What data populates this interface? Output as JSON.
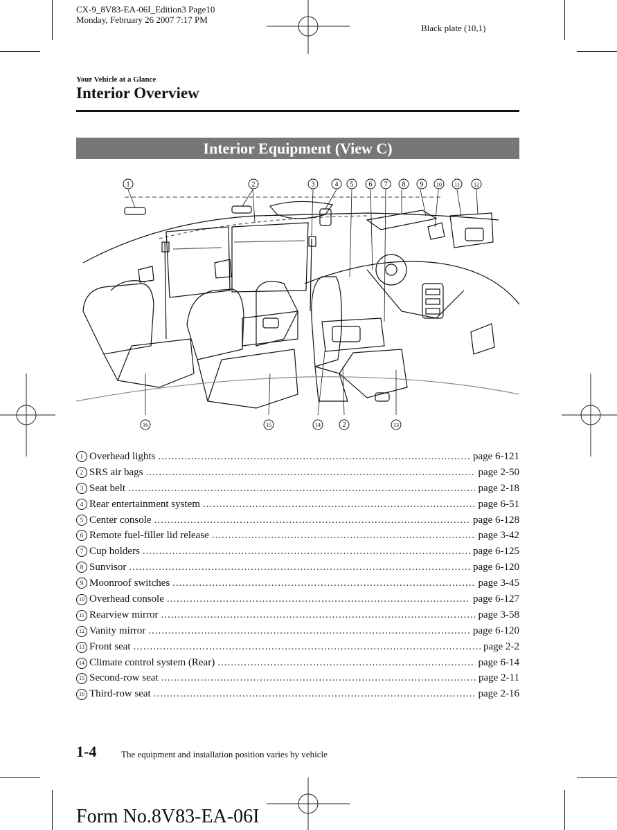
{
  "print_meta": {
    "line1": "CX-9_8V83-EA-06I_Edition3 Page10",
    "line2": "Monday, February 26 2007 7:17 PM",
    "plate": "Black plate (10,1)"
  },
  "header": {
    "section": "Your Vehicle at a Glance",
    "title": "Interior Overview"
  },
  "banner": "Interior Equipment (View C)",
  "callouts": {
    "top": [
      "1",
      "2",
      "3",
      "4",
      "5",
      "6",
      "7",
      "8",
      "9",
      "10",
      "11",
      "12"
    ],
    "bottom": [
      "16",
      "15",
      "14",
      "2",
      "13"
    ]
  },
  "index": [
    {
      "num": "1",
      "label": "Overhead lights",
      "page": "page 6-121"
    },
    {
      "num": "2",
      "label": "SRS air bags",
      "page": "page 2-50"
    },
    {
      "num": "3",
      "label": "Seat belt",
      "page": "page 2-18"
    },
    {
      "num": "4",
      "label": "Rear entertainment system",
      "page": "page 6-51"
    },
    {
      "num": "5",
      "label": "Center console",
      "page": "page 6-128"
    },
    {
      "num": "6",
      "label": "Remote fuel-filler lid release",
      "page": "page 3-42"
    },
    {
      "num": "7",
      "label": "Cup holders",
      "page": "page 6-125"
    },
    {
      "num": "8",
      "label": "Sunvisor",
      "page": "page 6-120"
    },
    {
      "num": "9",
      "label": "Moonroof switches",
      "page": "page 3-45"
    },
    {
      "num": "10",
      "label": "Overhead console",
      "page": "page 6-127"
    },
    {
      "num": "11",
      "label": "Rearview mirror",
      "page": "page 3-58"
    },
    {
      "num": "12",
      "label": "Vanity mirror",
      "page": "page 6-120"
    },
    {
      "num": "13",
      "label": "Front seat",
      "page": "page 2-2"
    },
    {
      "num": "14",
      "label": "Climate control system (Rear)",
      "page": "page 6-14"
    },
    {
      "num": "15",
      "label": "Second-row seat",
      "page": "page 2-11"
    },
    {
      "num": "16",
      "label": "Third-row seat",
      "page": "page 2-16"
    }
  ],
  "footer": {
    "page_number": "1-4",
    "note": "The equipment and installation position varies by vehicle",
    "form": "Form No.8V83-EA-06I"
  }
}
